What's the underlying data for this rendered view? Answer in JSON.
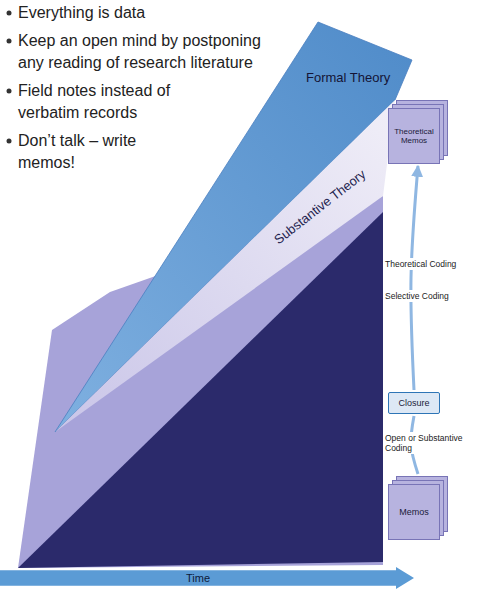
{
  "diagram": {
    "nodes": [
      {
        "text": [
          "Theoretical Memos"
        ]
      },
      {
        "text": [
          "Closure"
        ]
      },
      {
        "text": [
          "Memos"
        ]
      },
      {
        "text": [
          "Time"
        ]
      }
    ],
    "edges": [
      {
        "from": 2,
        "to": 1,
        "arrow": "none"
      },
      {
        "from": 1,
        "to": 0,
        "arrow": "to"
      }
    ],
    "labels": [
      "Everything is data",
      "Keep an open mind by postponing any reading of research literature",
      "Field notes instead of verbatim records",
      "Don’t talk – write memos!",
      "Formal Theory",
      "Substantive Theory",
      "Theoretical Coding",
      "Selective Coding",
      "Open or Substantive Coding"
    ]
  }
}
